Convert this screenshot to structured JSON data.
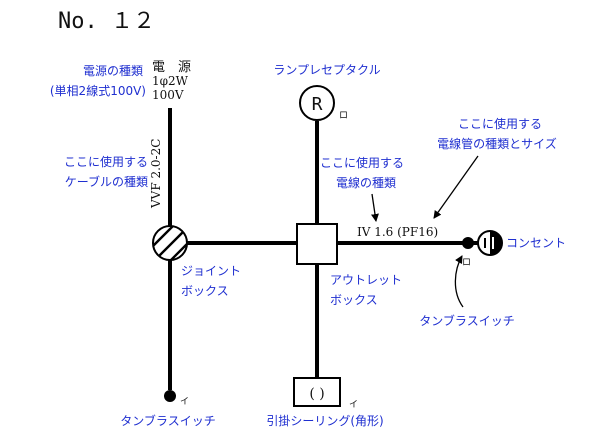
{
  "title": "No. １２",
  "labels": {
    "power_kind_1": "電源の種類",
    "power_kind_2": "(単相2線式100V)",
    "power_src_1": "電　源",
    "power_src_2": "1φ2W",
    "power_src_3": "100V",
    "cable_label_1": "ここに使用する",
    "cable_label_2": "ケーブルの種類",
    "cable_type": "VVF 2.0-2C",
    "lamp_receptacle": "ランプレセプタクル",
    "receptacle_letter": "R",
    "receptacle_sub": "ロ",
    "wire_label_1": "ここに使用する",
    "wire_label_2": "電線の種類",
    "conduit_label_1": "ここに使用する",
    "conduit_label_2": "電線管の種類とサイズ",
    "wire_spec": "IV 1.6 (PF16)",
    "outlet": "コンセント",
    "switch_ro_sub": "ロ",
    "joint_box_1": "ジョイント",
    "joint_box_2": "ボックス",
    "outlet_box_1": "アウトレット",
    "outlet_box_2": "ボックス",
    "tumbler_switch_right": "タンブラスイッチ",
    "switch_i_sub": "イ",
    "tumbler_switch_bottom": "タンブラスイッチ",
    "ceiling_symbol": "( )",
    "ceiling_sub": "イ",
    "ceiling_label": "引掛シーリング(角形)"
  }
}
